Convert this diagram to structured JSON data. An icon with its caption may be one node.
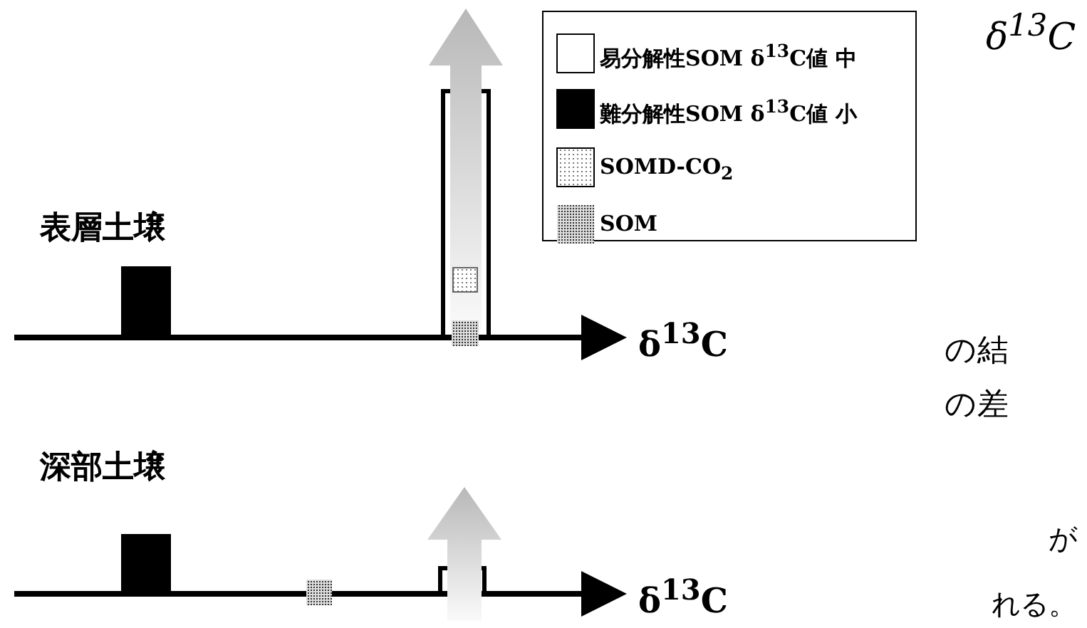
{
  "diagram": {
    "labels": [
      "δ$^{13}$C",
      "表層土壌",
      "δ$^{13}$C",
      "の結",
      "の差",
      "深部土壌",
      "が",
      "δ$^{13}$C",
      "れる。"
    ],
    "legend": [
      {
        "text": "易分解性SOM δ$^{13}$C値 中",
        "color": "#ffffff"
      },
      {
        "text": "難分解性SOM δ$^{13}$C値 小",
        "color": "#000000"
      },
      {
        "text": "SOMD-CO$_{2}$"
      },
      {
        "text": "SOM"
      }
    ]
  }
}
